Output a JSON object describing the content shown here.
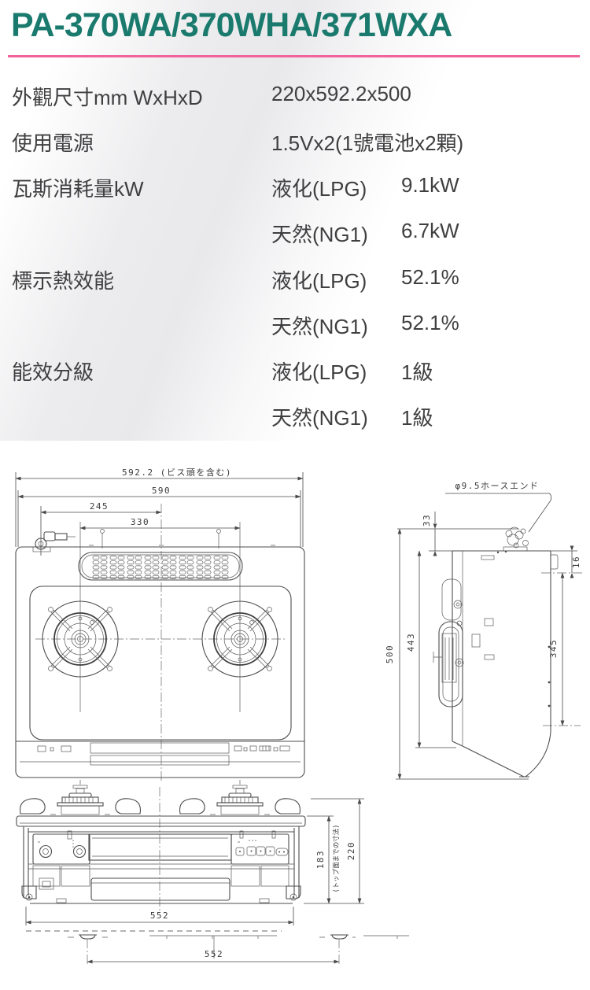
{
  "page": {
    "title": "PA-370WA/370WHA/371WXA"
  },
  "colors": {
    "title_teal": "#1a7a6d",
    "underline_pink": "#f0639b",
    "body_text": "#3f3f41",
    "drawing_line": "#4d4d4d"
  },
  "specs": {
    "rows": [
      {
        "label": "外觀尺寸mm WxHxD",
        "entries": [
          {
            "gas": "",
            "value": "220x592.2x500"
          }
        ]
      },
      {
        "label": "使用電源",
        "entries": [
          {
            "gas": "",
            "value": "1.5Vx2(1號電池x2顆)"
          }
        ]
      },
      {
        "label": "瓦斯消耗量kW",
        "entries": [
          {
            "gas": "液化(LPG)",
            "value": "9.1kW"
          },
          {
            "gas": "天然(NG1)",
            "value": "6.7kW"
          }
        ]
      },
      {
        "label": "標示熱效能",
        "entries": [
          {
            "gas": "液化(LPG)",
            "value": "52.1%"
          },
          {
            "gas": "天然(NG1)",
            "value": "52.1%"
          }
        ]
      },
      {
        "label": "能效分級",
        "entries": [
          {
            "gas": "液化(LPG)",
            "value": "1級"
          },
          {
            "gas": "天然(NG1)",
            "value": "1級"
          }
        ]
      }
    ]
  },
  "drawing": {
    "top_view": {
      "dim_overall": "592.2 (ビス頭を含む)",
      "dim_width": "590",
      "dim_left_burner": "245",
      "dim_burner_span": "330"
    },
    "side_view": {
      "hose_label": "φ9.5ホースエンド",
      "dim_hose_height": "33",
      "dim_top_edge": "16",
      "dim_depth": "500",
      "dim_body_depth": "443",
      "dim_back": "345"
    },
    "front_view": {
      "dim_width": "552",
      "dim_height_top": "183",
      "dim_height_note": "(トップ面までの寸法)",
      "dim_height_total": "220"
    },
    "bottom_view": {
      "dim_width": "552"
    }
  }
}
